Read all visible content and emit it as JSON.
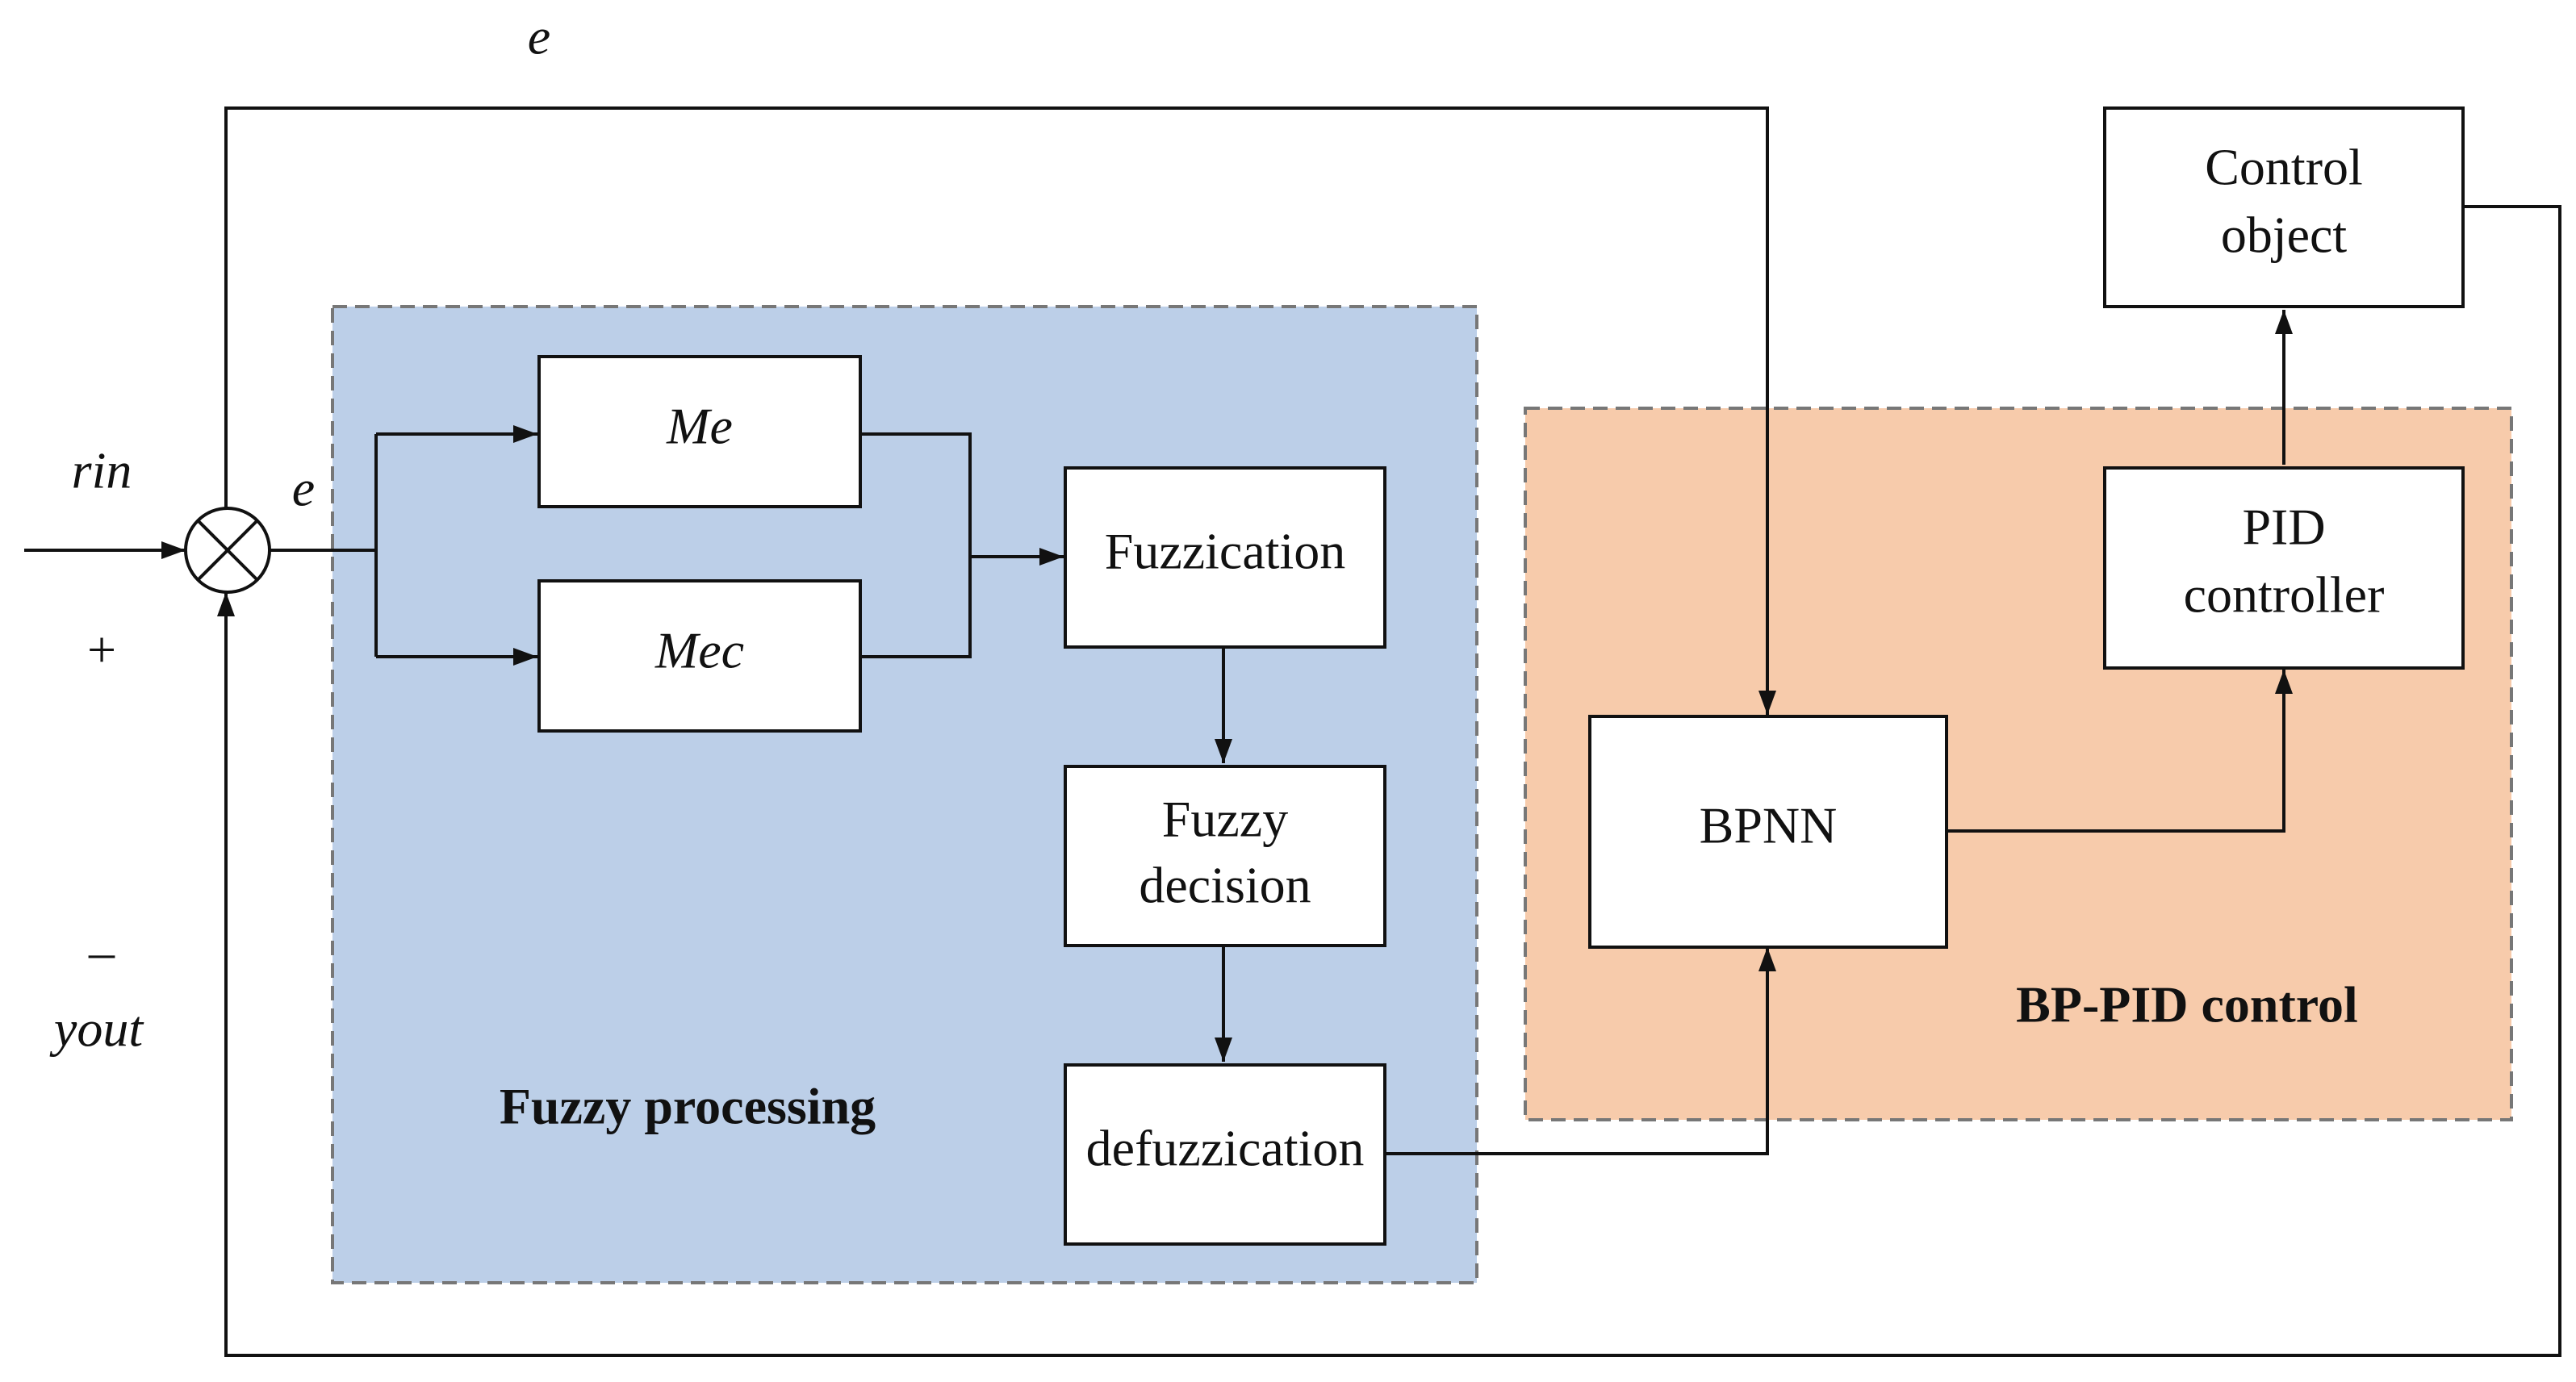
{
  "labels": {
    "e_top": "e",
    "rin": "rin",
    "e_after_sum": "e",
    "plus_sign": "+",
    "minus_sign": "–",
    "yout": "yout"
  },
  "regions": {
    "fuzzy": {
      "label": "Fuzzy processing",
      "fill": "#bccfe8"
    },
    "bppid": {
      "label": "BP-PID control",
      "fill": "#f7cbab"
    }
  },
  "blocks": {
    "me": {
      "label": "Me"
    },
    "mec": {
      "label": "Mec"
    },
    "fuzzication": {
      "label": "Fuzzication"
    },
    "fuzzy_decision": {
      "line1": "Fuzzy",
      "line2": "decision"
    },
    "defuzzication": {
      "label": "defuzzication"
    },
    "bpnn": {
      "label": "BPNN"
    },
    "pid": {
      "line1": "PID",
      "line2": "controller"
    },
    "control_object": {
      "line1": "Control",
      "line2": "object"
    }
  }
}
